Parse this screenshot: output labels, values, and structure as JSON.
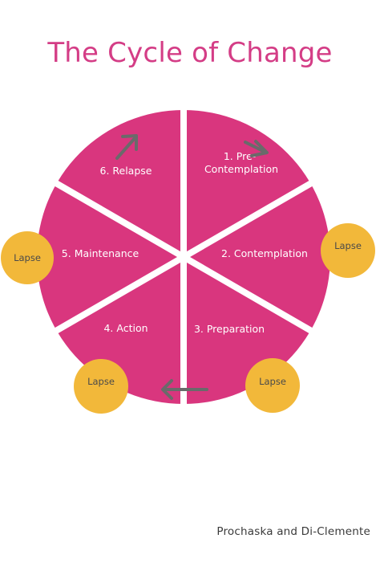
{
  "title": "The Cycle of Change",
  "stages": {
    "precontemplation_line1": "1. Pre-",
    "precontemplation_line2": "Contemplation",
    "contemplation": "2. Contemplation",
    "preparation": "3. Preparation",
    "action": "4. Action",
    "maintenance": "5. Maintenance",
    "relapse": "6. Relapse"
  },
  "lapse_labels": {
    "left": "Lapse",
    "right": "Lapse",
    "bottom_left": "Lapse",
    "bottom_right": "Lapse"
  },
  "caption": "Prochaska and Di-Clemente",
  "colors": {
    "title": "#d43d86",
    "wheel": "#d9367e",
    "divider": "#ffffff",
    "lapse_circle": "#f2b83a",
    "lapse_text": "#4a4a4a",
    "arrow": "#6a6a6a",
    "stage_text": "#ffffff"
  }
}
